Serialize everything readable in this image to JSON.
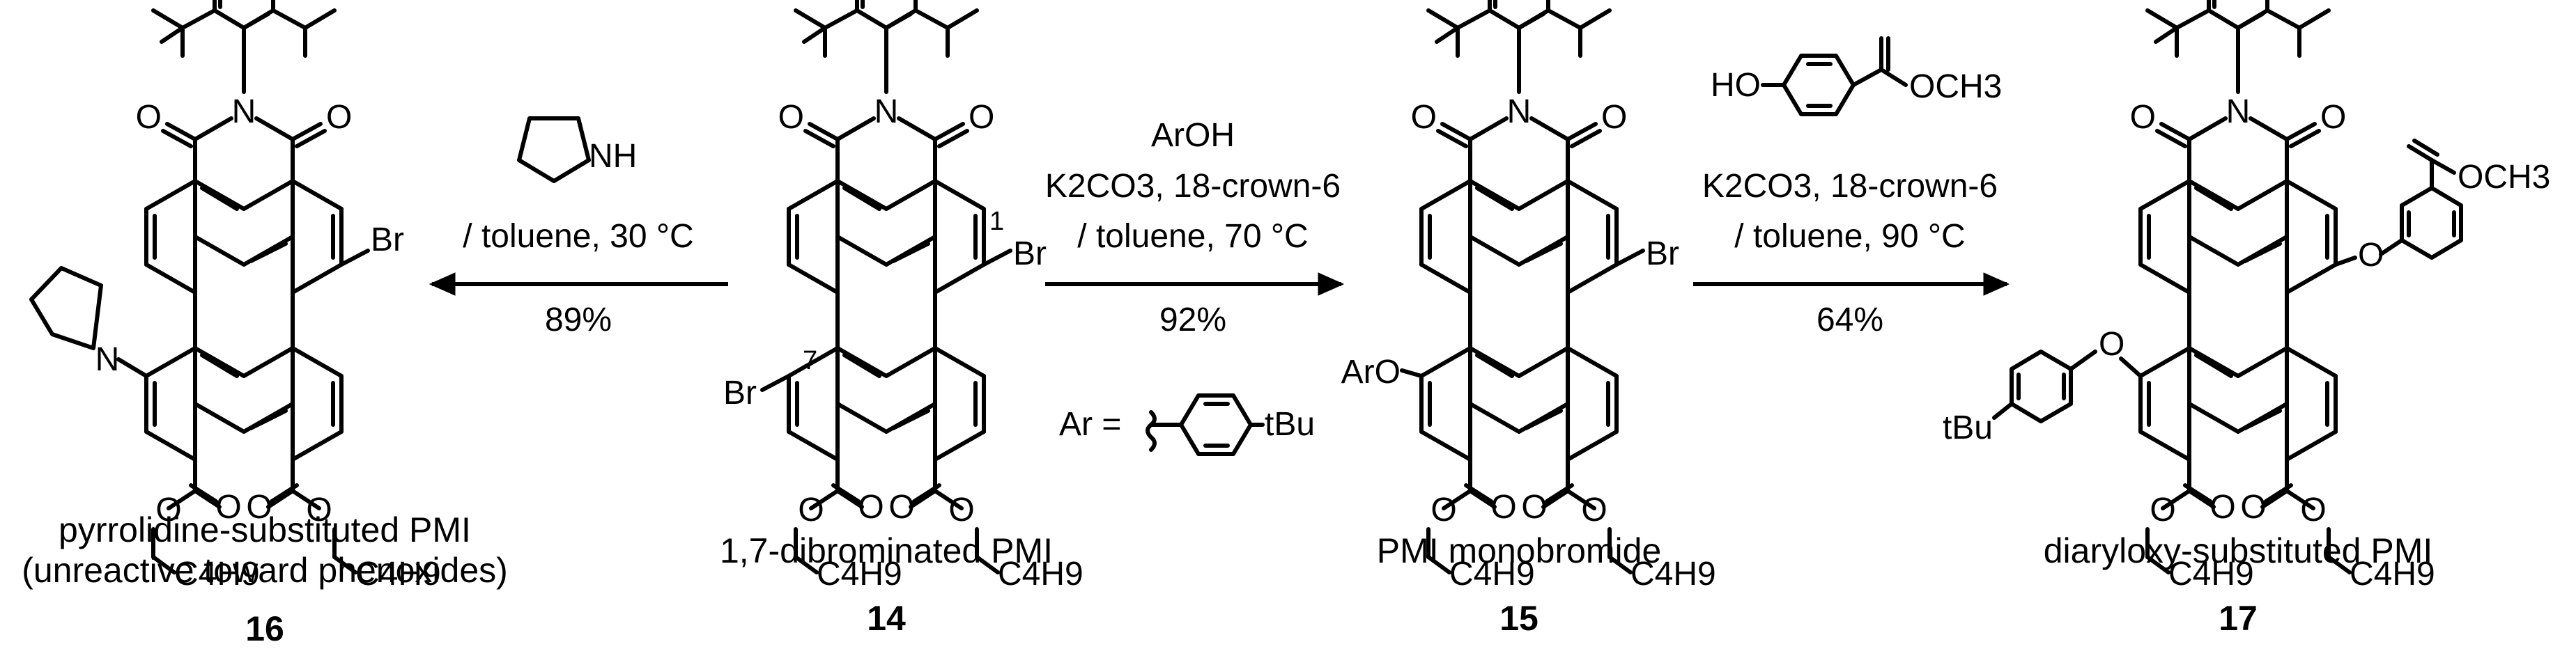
{
  "compounds": [
    {
      "id": "16",
      "label_line1": "pyrrolidine-substituted PMI",
      "label_line2": "(unreactive toward phenoxides)",
      "number": "16",
      "atoms": {
        "N_imide": "N",
        "O_left": "O",
        "O_right": "O",
        "Br": "Br",
        "N_pyr": "N",
        "O_e1": "O",
        "O_e2": "O",
        "O_e3": "O",
        "O_e4": "O",
        "R1": "C4H9",
        "R2": "C4H9"
      }
    },
    {
      "id": "14",
      "label_line1": "1,7-dibrominated PMI",
      "number": "14",
      "atoms": {
        "N_imide": "N",
        "O_left": "O",
        "O_right": "O",
        "Br1": "Br",
        "Br7": "Br",
        "pos1": "1",
        "pos7": "7",
        "O_e1": "O",
        "O_e2": "O",
        "O_e3": "O",
        "O_e4": "O",
        "R1": "C4H9",
        "R2": "C4H9"
      }
    },
    {
      "id": "15",
      "label_line1": "PMI monobromide",
      "number": "15",
      "atoms": {
        "N_imide": "N",
        "O_left": "O",
        "O_right": "O",
        "Br": "Br",
        "ArO": "ArO",
        "O_e1": "O",
        "O_e2": "O",
        "O_e3": "O",
        "O_e4": "O",
        "R1": "C4H9",
        "R2": "C4H9"
      }
    },
    {
      "id": "17",
      "label_line1": "diaryloxy-substituted PMI",
      "number": "17",
      "atoms": {
        "N_imide": "N",
        "O_left": "O",
        "O_right": "O",
        "O_aryl1": "O",
        "O_aryl2": "O",
        "tBu": "tBu",
        "OCH3": "OCH3",
        "O_e1": "O",
        "O_e2": "O",
        "O_e3": "O",
        "O_e4": "O",
        "R1": "C4H9",
        "R2": "C4H9"
      }
    }
  ],
  "arrows": [
    {
      "id": "arrow-14-to-16",
      "direction": "left",
      "reagent_above": "NH",
      "conditions": "/ toluene, 30 °C",
      "yield": "89%"
    },
    {
      "id": "arrow-14-to-15",
      "direction": "right",
      "reagent_line1": "ArOH",
      "reagent_line2": "K2CO3, 18-crown-6",
      "conditions": "/ toluene, 70 °C",
      "yield": "92%",
      "ar_definition": "Ar =",
      "ar_substituent": "tBu"
    },
    {
      "id": "arrow-15-to-17",
      "direction": "right",
      "reagent_above": "HO",
      "reagent_ester": "OCH3",
      "reagent_line2": "K2CO3, 18-crown-6",
      "conditions": "/ toluene, 90 °C",
      "yield": "64%"
    }
  ],
  "colors": {
    "ink": "#000000",
    "background": "#ffffff"
  }
}
